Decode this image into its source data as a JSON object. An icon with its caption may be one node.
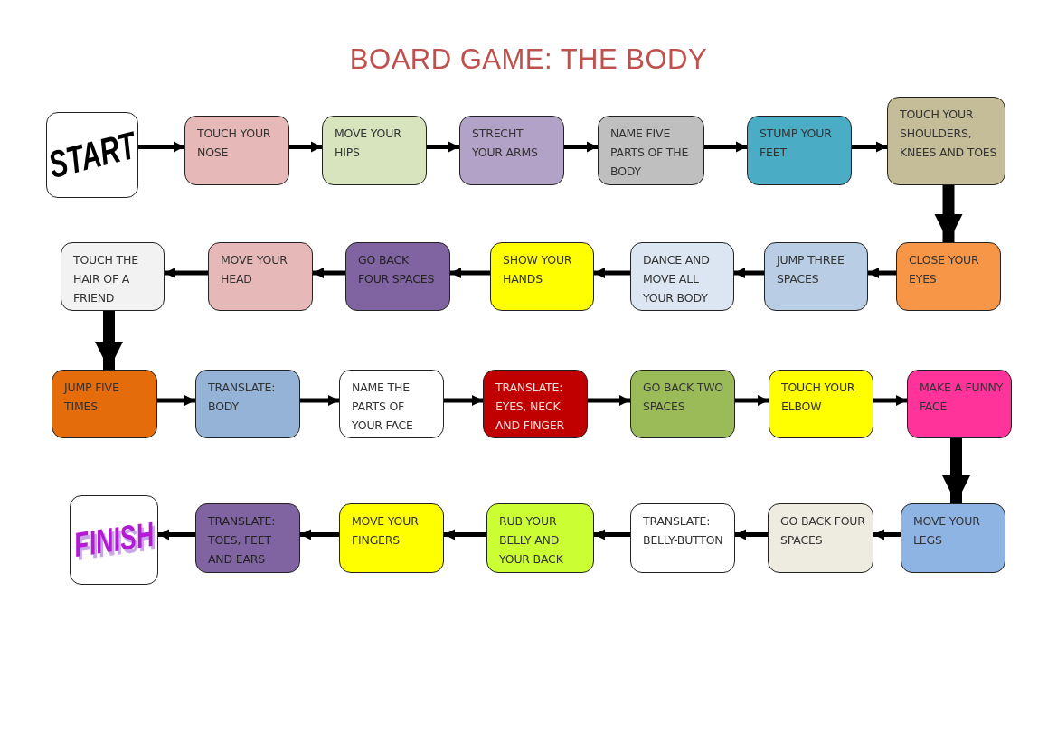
{
  "diagram": {
    "title": "BOARD GAME: THE BODY",
    "nodes": [
      {
        "text": [
          "START"
        ]
      },
      {
        "text": [
          "TOUCH YOUR NOSE"
        ]
      },
      {
        "text": [
          "MOVE YOUR HIPS"
        ]
      },
      {
        "text": [
          "STRECHT YOUR ARMS"
        ]
      },
      {
        "text": [
          "NAME FIVE PARTS OF THE BODY"
        ]
      },
      {
        "text": [
          "STUMP YOUR FEET"
        ]
      },
      {
        "text": [
          "TOUCH YOUR SHOULDERS, KNEES AND TOES"
        ]
      },
      {
        "text": [
          "CLOSE YOUR EYES"
        ]
      },
      {
        "text": [
          "JUMP THREE SPACES"
        ]
      },
      {
        "text": [
          "DANCE AND MOVE ALL YOUR BODY"
        ]
      },
      {
        "text": [
          "SHOW YOUR HANDS"
        ]
      },
      {
        "text": [
          "GO BACK FOUR SPACES"
        ]
      },
      {
        "text": [
          "MOVE YOUR HEAD"
        ]
      },
      {
        "text": [
          "TOUCH THE HAIR OF A FRIEND"
        ]
      },
      {
        "text": [
          "JUMP FIVE TIMES"
        ]
      },
      {
        "text": [
          "TRANSLATE: BODY"
        ]
      },
      {
        "text": [
          "NAME THE PARTS OF YOUR FACE"
        ]
      },
      {
        "text": [
          "TRANSLATE: EYES, NECK AND FINGER"
        ]
      },
      {
        "text": [
          "GO BACK TWO SPACES"
        ]
      },
      {
        "text": [
          "TOUCH YOUR ELBOW"
        ]
      },
      {
        "text": [
          "MAKE A FUNNY FACE"
        ]
      },
      {
        "text": [
          "MOVE YOUR LEGS"
        ]
      },
      {
        "text": [
          "GO BACK FOUR SPACES"
        ]
      },
      {
        "text": [
          "TRANSLATE: BELLY-BUTTON"
        ]
      },
      {
        "text": [
          "RUB YOUR BELLY AND YOUR BACK"
        ]
      },
      {
        "text": [
          "MOVE YOUR FINGERS"
        ]
      },
      {
        "text": [
          "TRANSLATE: TOES, FEET AND EARS"
        ]
      },
      {
        "text": [
          "FINISH"
        ]
      }
    ],
    "edges": [
      {
        "from": 0,
        "to": 1,
        "arrow": "to"
      },
      {
        "from": 1,
        "to": 2,
        "arrow": "to"
      },
      {
        "from": 2,
        "to": 3,
        "arrow": "to"
      },
      {
        "from": 3,
        "to": 4,
        "arrow": "to"
      },
      {
        "from": 4,
        "to": 5,
        "arrow": "to"
      },
      {
        "from": 5,
        "to": 6,
        "arrow": "to"
      },
      {
        "from": 6,
        "to": 7,
        "arrow": "to",
        "style": "thick"
      },
      {
        "from": 7,
        "to": 8,
        "arrow": "to"
      },
      {
        "from": 8,
        "to": 9,
        "arrow": "to"
      },
      {
        "from": 9,
        "to": 10,
        "arrow": "to"
      },
      {
        "from": 10,
        "to": 11,
        "arrow": "to"
      },
      {
        "from": 11,
        "to": 12,
        "arrow": "to"
      },
      {
        "from": 12,
        "to": 13,
        "arrow": "to"
      },
      {
        "from": 13,
        "to": 14,
        "arrow": "to",
        "style": "thick"
      },
      {
        "from": 14,
        "to": 15,
        "arrow": "to"
      },
      {
        "from": 15,
        "to": 16,
        "arrow": "to"
      },
      {
        "from": 16,
        "to": 17,
        "arrow": "to"
      },
      {
        "from": 17,
        "to": 18,
        "arrow": "to"
      },
      {
        "from": 18,
        "to": 19,
        "arrow": "to"
      },
      {
        "from": 19,
        "to": 20,
        "arrow": "to"
      },
      {
        "from": 20,
        "to": 21,
        "arrow": "to",
        "style": "thick"
      },
      {
        "from": 21,
        "to": 22,
        "arrow": "to"
      },
      {
        "from": 22,
        "to": 23,
        "arrow": "to"
      },
      {
        "from": 23,
        "to": 24,
        "arrow": "to"
      },
      {
        "from": 24,
        "to": 25,
        "arrow": "to"
      },
      {
        "from": 25,
        "to": 26,
        "arrow": "to"
      },
      {
        "from": 26,
        "to": 27,
        "arrow": "to"
      }
    ]
  }
}
